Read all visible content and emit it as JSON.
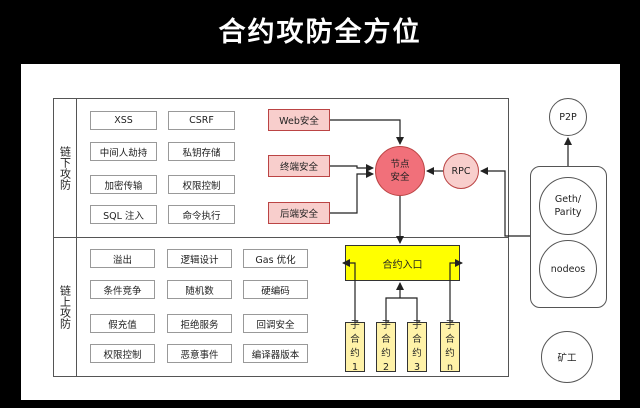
{
  "title": "合约攻防全方位",
  "offchain": {
    "label": "链下攻防",
    "items": [
      "XSS",
      "CSRF",
      "中间人劫持",
      "私钥存储",
      "加密传输",
      "权限控制",
      "SQL 注入",
      "命令执行"
    ]
  },
  "onchain": {
    "label": "链上攻防",
    "items": [
      "溢出",
      "逻辑设计",
      "Gas 优化",
      "条件竞争",
      "随机数",
      "硬编码",
      "假充值",
      "拒绝服务",
      "回调安全",
      "权限控制",
      "恶意事件",
      "编译器版本"
    ]
  },
  "security_boxes": [
    "Web安全",
    "终端安全",
    "后端安全"
  ],
  "node_security": "节点安全",
  "rpc": "RPC",
  "entry": "合约入口",
  "contracts": [
    "子合约1",
    "子合约2",
    "子合约3",
    "子合约n"
  ],
  "clients": [
    "Geth/ Parity",
    "nodeos"
  ],
  "p2p": "P2P",
  "miner": "矿工",
  "colors": {
    "red_fill": "#f8cecc",
    "node_fill": "#f1707a",
    "entry_fill": "#ffff00",
    "contract_fill": "#fff2a8"
  }
}
